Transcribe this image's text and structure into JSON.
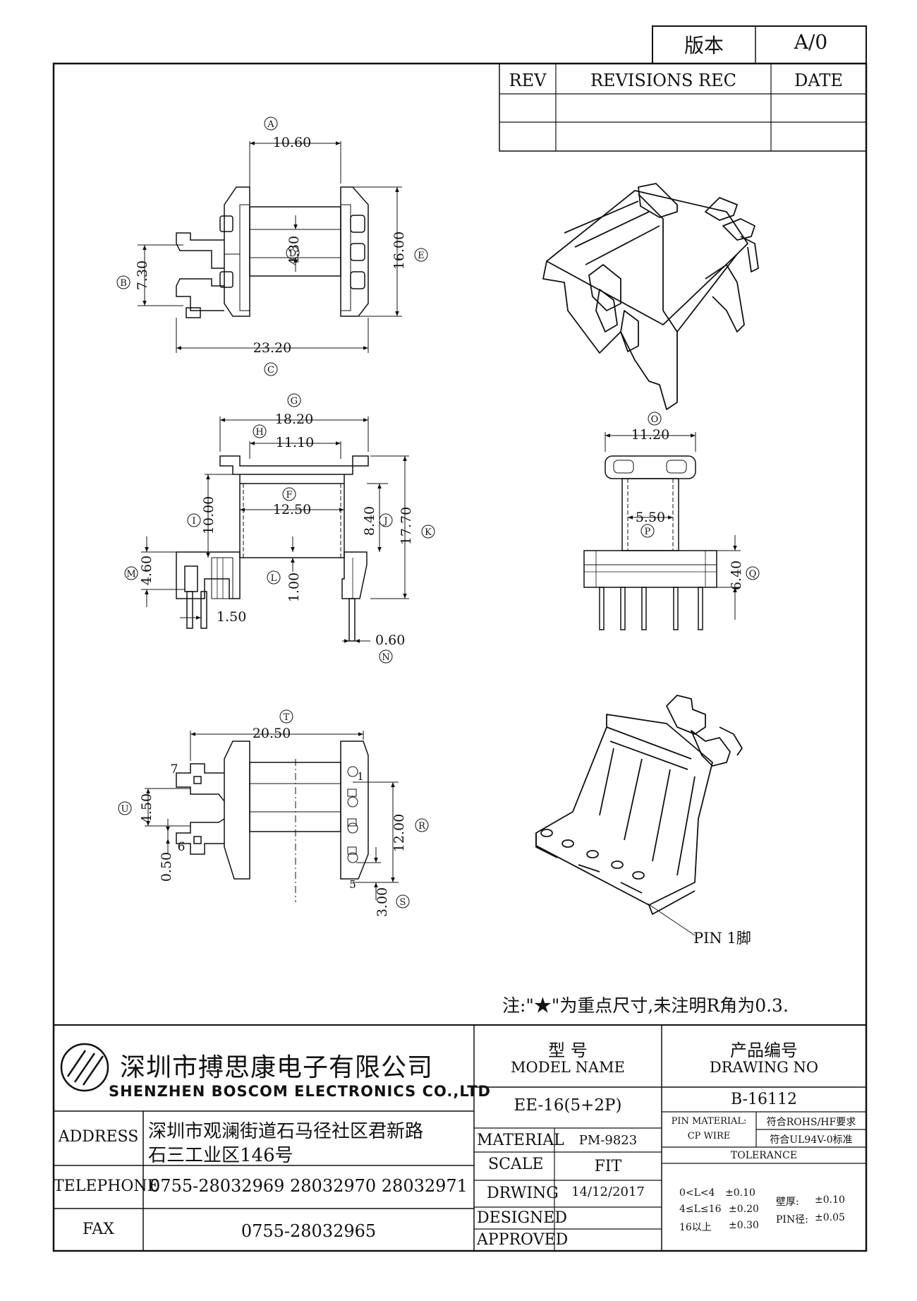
{
  "version_box": {
    "label": "版本",
    "value": "A/0"
  },
  "revisions": {
    "col_rev": "REV",
    "col_rec": "REVISIONS REC",
    "col_date": "DATE"
  },
  "top_view": {
    "dims": {
      "a": "10.60",
      "b": "7.30",
      "c": "23.20",
      "d": "4.30",
      "e": "16.00"
    },
    "labels": {
      "a": "A",
      "b": "B",
      "c": "C",
      "d": "D",
      "e": "E"
    }
  },
  "front_view": {
    "dims": {
      "g": "18.20",
      "h": "11.10",
      "f": "12.50",
      "i": "10.00",
      "j": "8.40",
      "k": "17.70",
      "l": "1.00",
      "m": "4.60",
      "pin_pitch": "1.50",
      "n": "0.60"
    },
    "labels": {
      "g": "G",
      "h": "H",
      "f": "F",
      "i": "I",
      "j": "J",
      "k": "K",
      "l": "L",
      "m": "M",
      "n": "N"
    }
  },
  "side_view": {
    "dims": {
      "o": "11.20",
      "p": "5.50",
      "q": "6.40"
    },
    "labels": {
      "o": "O",
      "p": "P",
      "q": "Q"
    }
  },
  "bottom_view": {
    "dims": {
      "t": "20.50",
      "u": "4.50",
      "v": "0.50",
      "r": "12.00",
      "s": "3.00"
    },
    "labels": {
      "t": "T",
      "u": "U",
      "r": "R",
      "s": "S"
    },
    "pins": {
      "seven": "7",
      "six": "6",
      "one": "1",
      "five": "5"
    }
  },
  "pin_callout": "PIN 1脚",
  "note": "注:\"★\"为重点尺寸,未注明R角为0.3.",
  "company": {
    "name_cn": "深圳市搏思康电子有限公司",
    "name_en": "SHENZHEN BOSCOM ELECTRONICS CO.,LTD",
    "address_label": "ADDRESS",
    "address_line1": "深圳市观澜街道石马径社区君新路",
    "address_line2": "石三工业区146号",
    "telephone_label": "TELEPHONE",
    "telephone": "0755-28032969 28032970 28032971",
    "fax_label": "FAX",
    "fax": "0755-28032965"
  },
  "model": {
    "label_cn": "型    号",
    "label_en": "MODEL NAME",
    "value": "EE-16(5+2P)"
  },
  "drawing": {
    "label_cn": "产品编号",
    "label_en": "DRAWING NO",
    "value": "B-16112"
  },
  "specs": {
    "material_label": "MATERIAL",
    "material": "PM-9823",
    "scale_label": "SCALE",
    "scale": "FIT",
    "drwing_label": "DRWING",
    "date": "14/12/2017",
    "designed_label": "DESIGNED",
    "approved_label": "APPROVED"
  },
  "pin_material": {
    "label1": "PIN MATERIAL:",
    "label2": "CP WIRE",
    "rohs": "符合ROHS/HF要求",
    "ul": "符合UL94V-0标准"
  },
  "tolerance": {
    "title": "TOLERANCE",
    "rows": [
      {
        "range": "0<L<4",
        "value": "±0.10"
      },
      {
        "range": "4≤L≤16",
        "value": "±0.20"
      },
      {
        "range": "16以上",
        "value": "±0.30"
      }
    ],
    "wall_label": "壁厚:",
    "wall_value": "±0.10",
    "pin_label": "PIN径:",
    "pin_value": "±0.05"
  }
}
